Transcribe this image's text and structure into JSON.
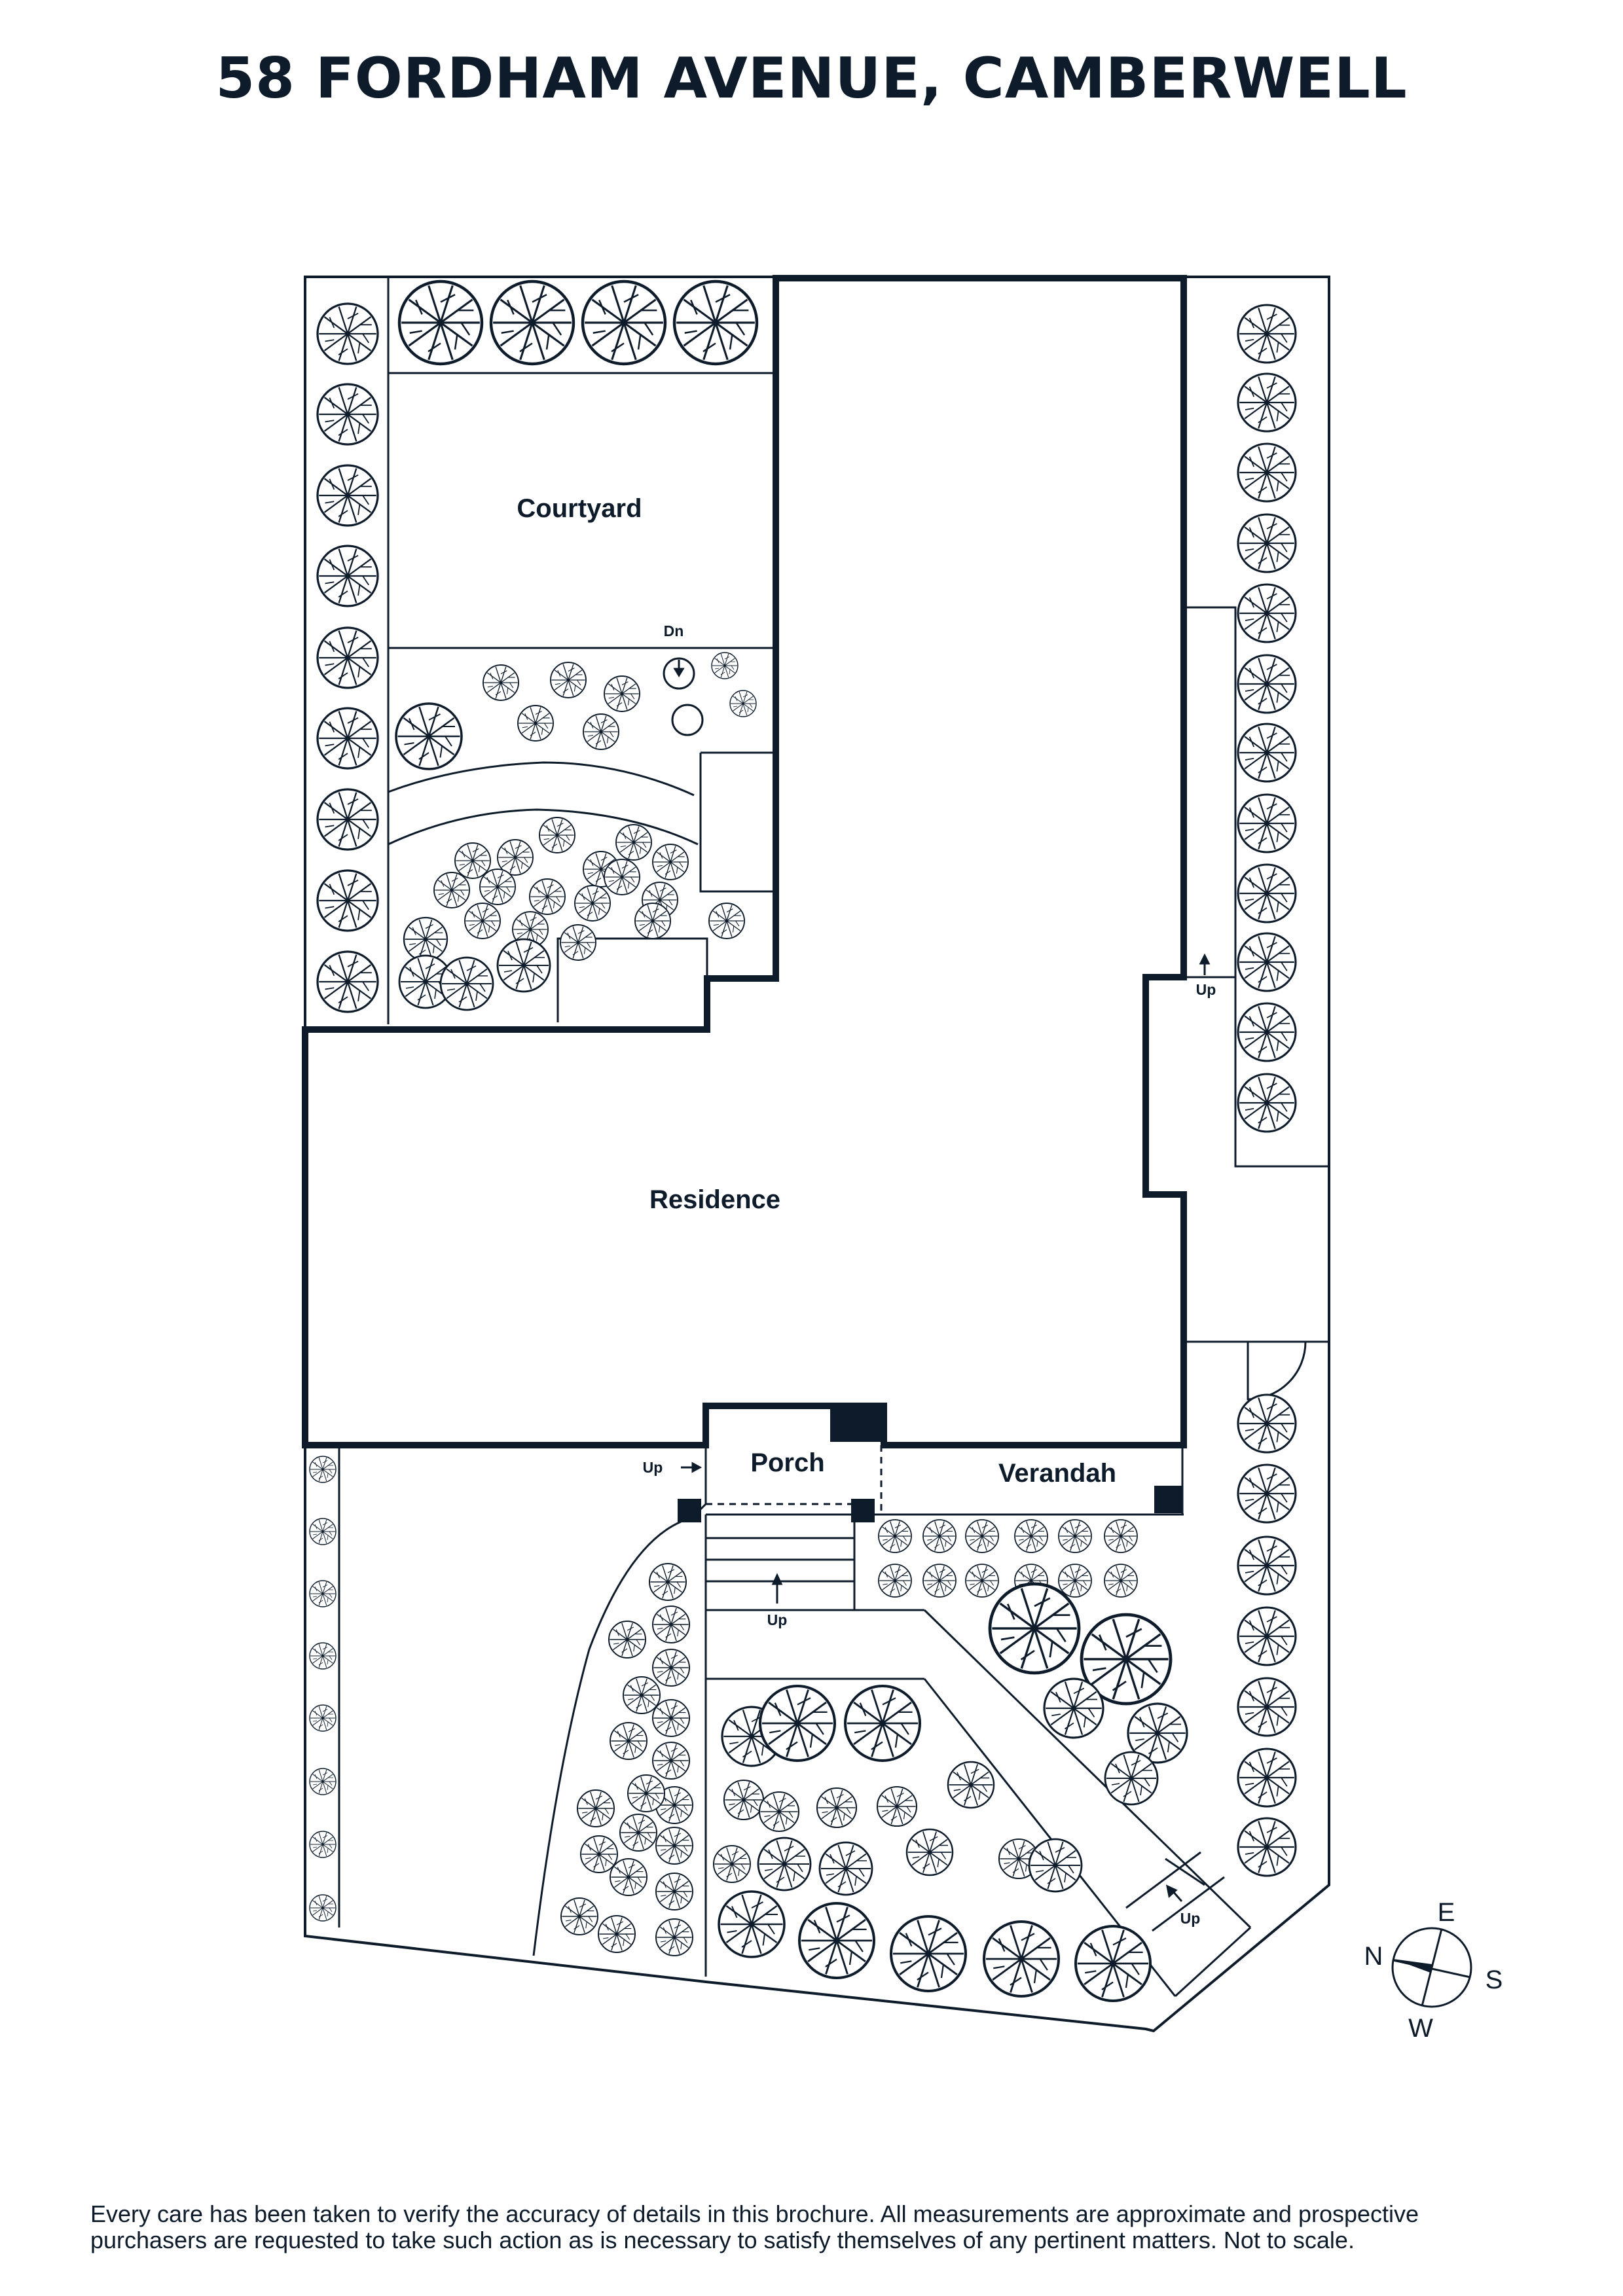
{
  "title": "58 FORDHAM AVENUE, CAMBERWELL",
  "labels": {
    "courtyard": "Courtyard",
    "residence": "Residence",
    "porch": "Porch",
    "verandah": "Verandah",
    "dn": "Dn",
    "up": "Up"
  },
  "compass": {
    "n": "N",
    "e": "E",
    "s": "S",
    "w": "W"
  },
  "disclaimer": {
    "line1": "Every care has been taken to verify the accuracy of details in this brochure. All measurements are approximate and prospective",
    "line2": "purchasers are requested to take such action as is necessary to satisfy themselves of any pertinent matters. Not to scale."
  },
  "colors": {
    "ink": "#0d1b2a",
    "background": "#ffffff"
  }
}
